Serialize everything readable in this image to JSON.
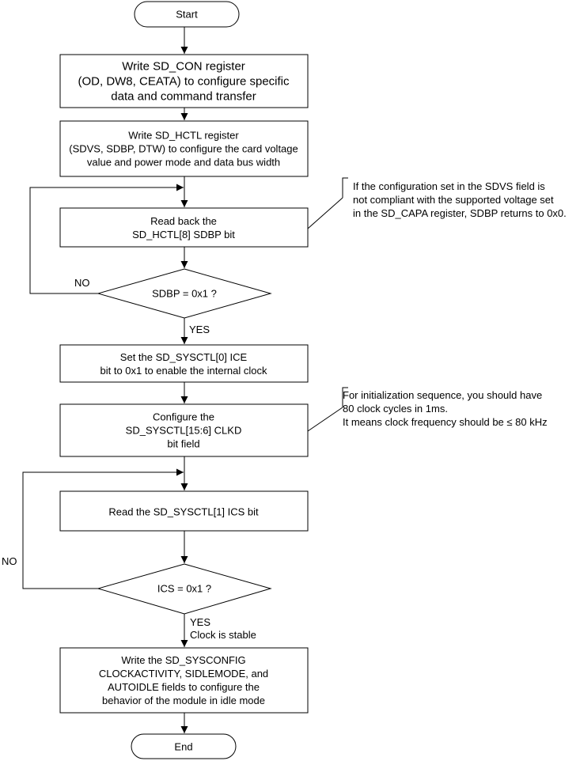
{
  "nodes": {
    "start": {
      "lines": [
        "Start"
      ]
    },
    "write_sd_con": {
      "lines": [
        "Write SD_CON register",
        "(OD, DW8, CEATA) to configure specific",
        "data and command transfer"
      ]
    },
    "write_sd_hctl": {
      "lines": [
        "Write SD_HCTL register",
        "(SDVS, SDBP, DTW) to configure the card voltage",
        "value and power mode and data bus width"
      ]
    },
    "read_sdbp": {
      "lines": [
        "Read back the",
        "SD_HCTL[8] SDBP bit"
      ]
    },
    "decision_sdbp": {
      "lines": [
        "SDBP = 0x1  ?"
      ]
    },
    "set_ice": {
      "lines": [
        "Set the SD_SYSCTL[0] ICE",
        "bit to 0x1 to enable the internal clock"
      ]
    },
    "configure_clkd": {
      "lines": [
        "Configure the",
        "SD_SYSCTL[15:6] CLKD",
        "bit field"
      ]
    },
    "read_ics": {
      "lines": [
        "Read the SD_SYSCTL[1] ICS bit"
      ]
    },
    "decision_ics": {
      "lines": [
        "ICS = 0x1 ?"
      ]
    },
    "write_sysconfig": {
      "lines": [
        "Write the SD_SYSCONFIG",
        "CLOCKACTIVITY, SIDLEMODE, and",
        "AUTOIDLE fields to configure the",
        "behavior of the module in idle mode"
      ]
    },
    "end": {
      "lines": [
        "End"
      ]
    }
  },
  "labels": {
    "sdbp_no": "NO",
    "sdbp_yes": "YES",
    "ics_no": "NO",
    "ics_yes": [
      "YES",
      "Clock is stable"
    ]
  },
  "notes": {
    "sdvs_note": [
      "If the configuration set in the SDVS field is",
      "not compliant with the supported voltage set",
      "in the SD_CAPA register, SDBP returns to 0x0."
    ],
    "clock_note": [
      "For initialization sequence, you should have",
      "80 clock cycles in 1ms.",
      "It means clock frequency should be ≤ 80 kHz"
    ]
  }
}
